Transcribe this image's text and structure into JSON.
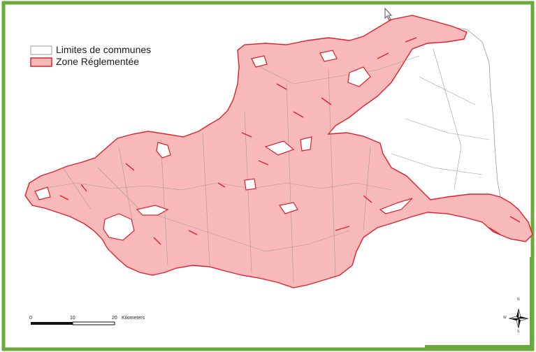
{
  "legend": {
    "communes_label": "Limites de communes",
    "zone_label": "Zone Réglementée"
  },
  "scale_bar": {
    "ticks": [
      "0",
      "10",
      "20"
    ],
    "unit": "Kilometers"
  },
  "north_arrow": {
    "letters": [
      "N",
      "S",
      "W"
    ],
    "icon": "compass-rose-icon"
  },
  "colors": {
    "frame": "#6aaa3a",
    "zone_fill": "#f7b9b9",
    "zone_outline": "#e0202a",
    "commune_line": "#9a9a9a"
  }
}
